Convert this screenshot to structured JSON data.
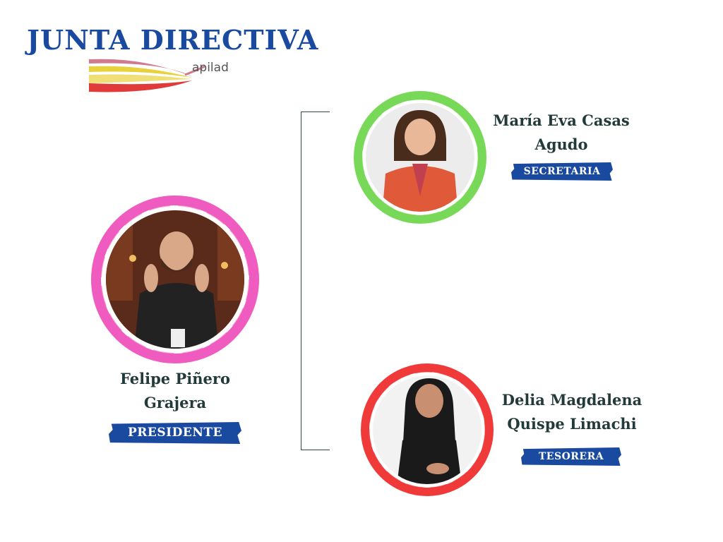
{
  "header": {
    "title": "JUNTA DIRECTIVA",
    "logo_text": "apilad"
  },
  "colors": {
    "brand_blue": "#1a4aa0",
    "ring_pink": "#f05bc0",
    "ring_green": "#78d858",
    "ring_red": "#f03a3a",
    "logo_red": "#e03a3a",
    "logo_yellow": "#e8d23c",
    "logo_pink": "#d07a90"
  },
  "members": {
    "president": {
      "name_line1": "Felipe Piñero",
      "name_line2": "Grajera",
      "role": "PRESIDENTE"
    },
    "secretary": {
      "name_line1": "María Eva Casas",
      "name_line2": "Agudo",
      "role": "SECRETARIA"
    },
    "treasurer": {
      "name_line1": "Delia Magdalena",
      "name_line2": "Quispe Limachi",
      "role": "TESORERA"
    }
  }
}
